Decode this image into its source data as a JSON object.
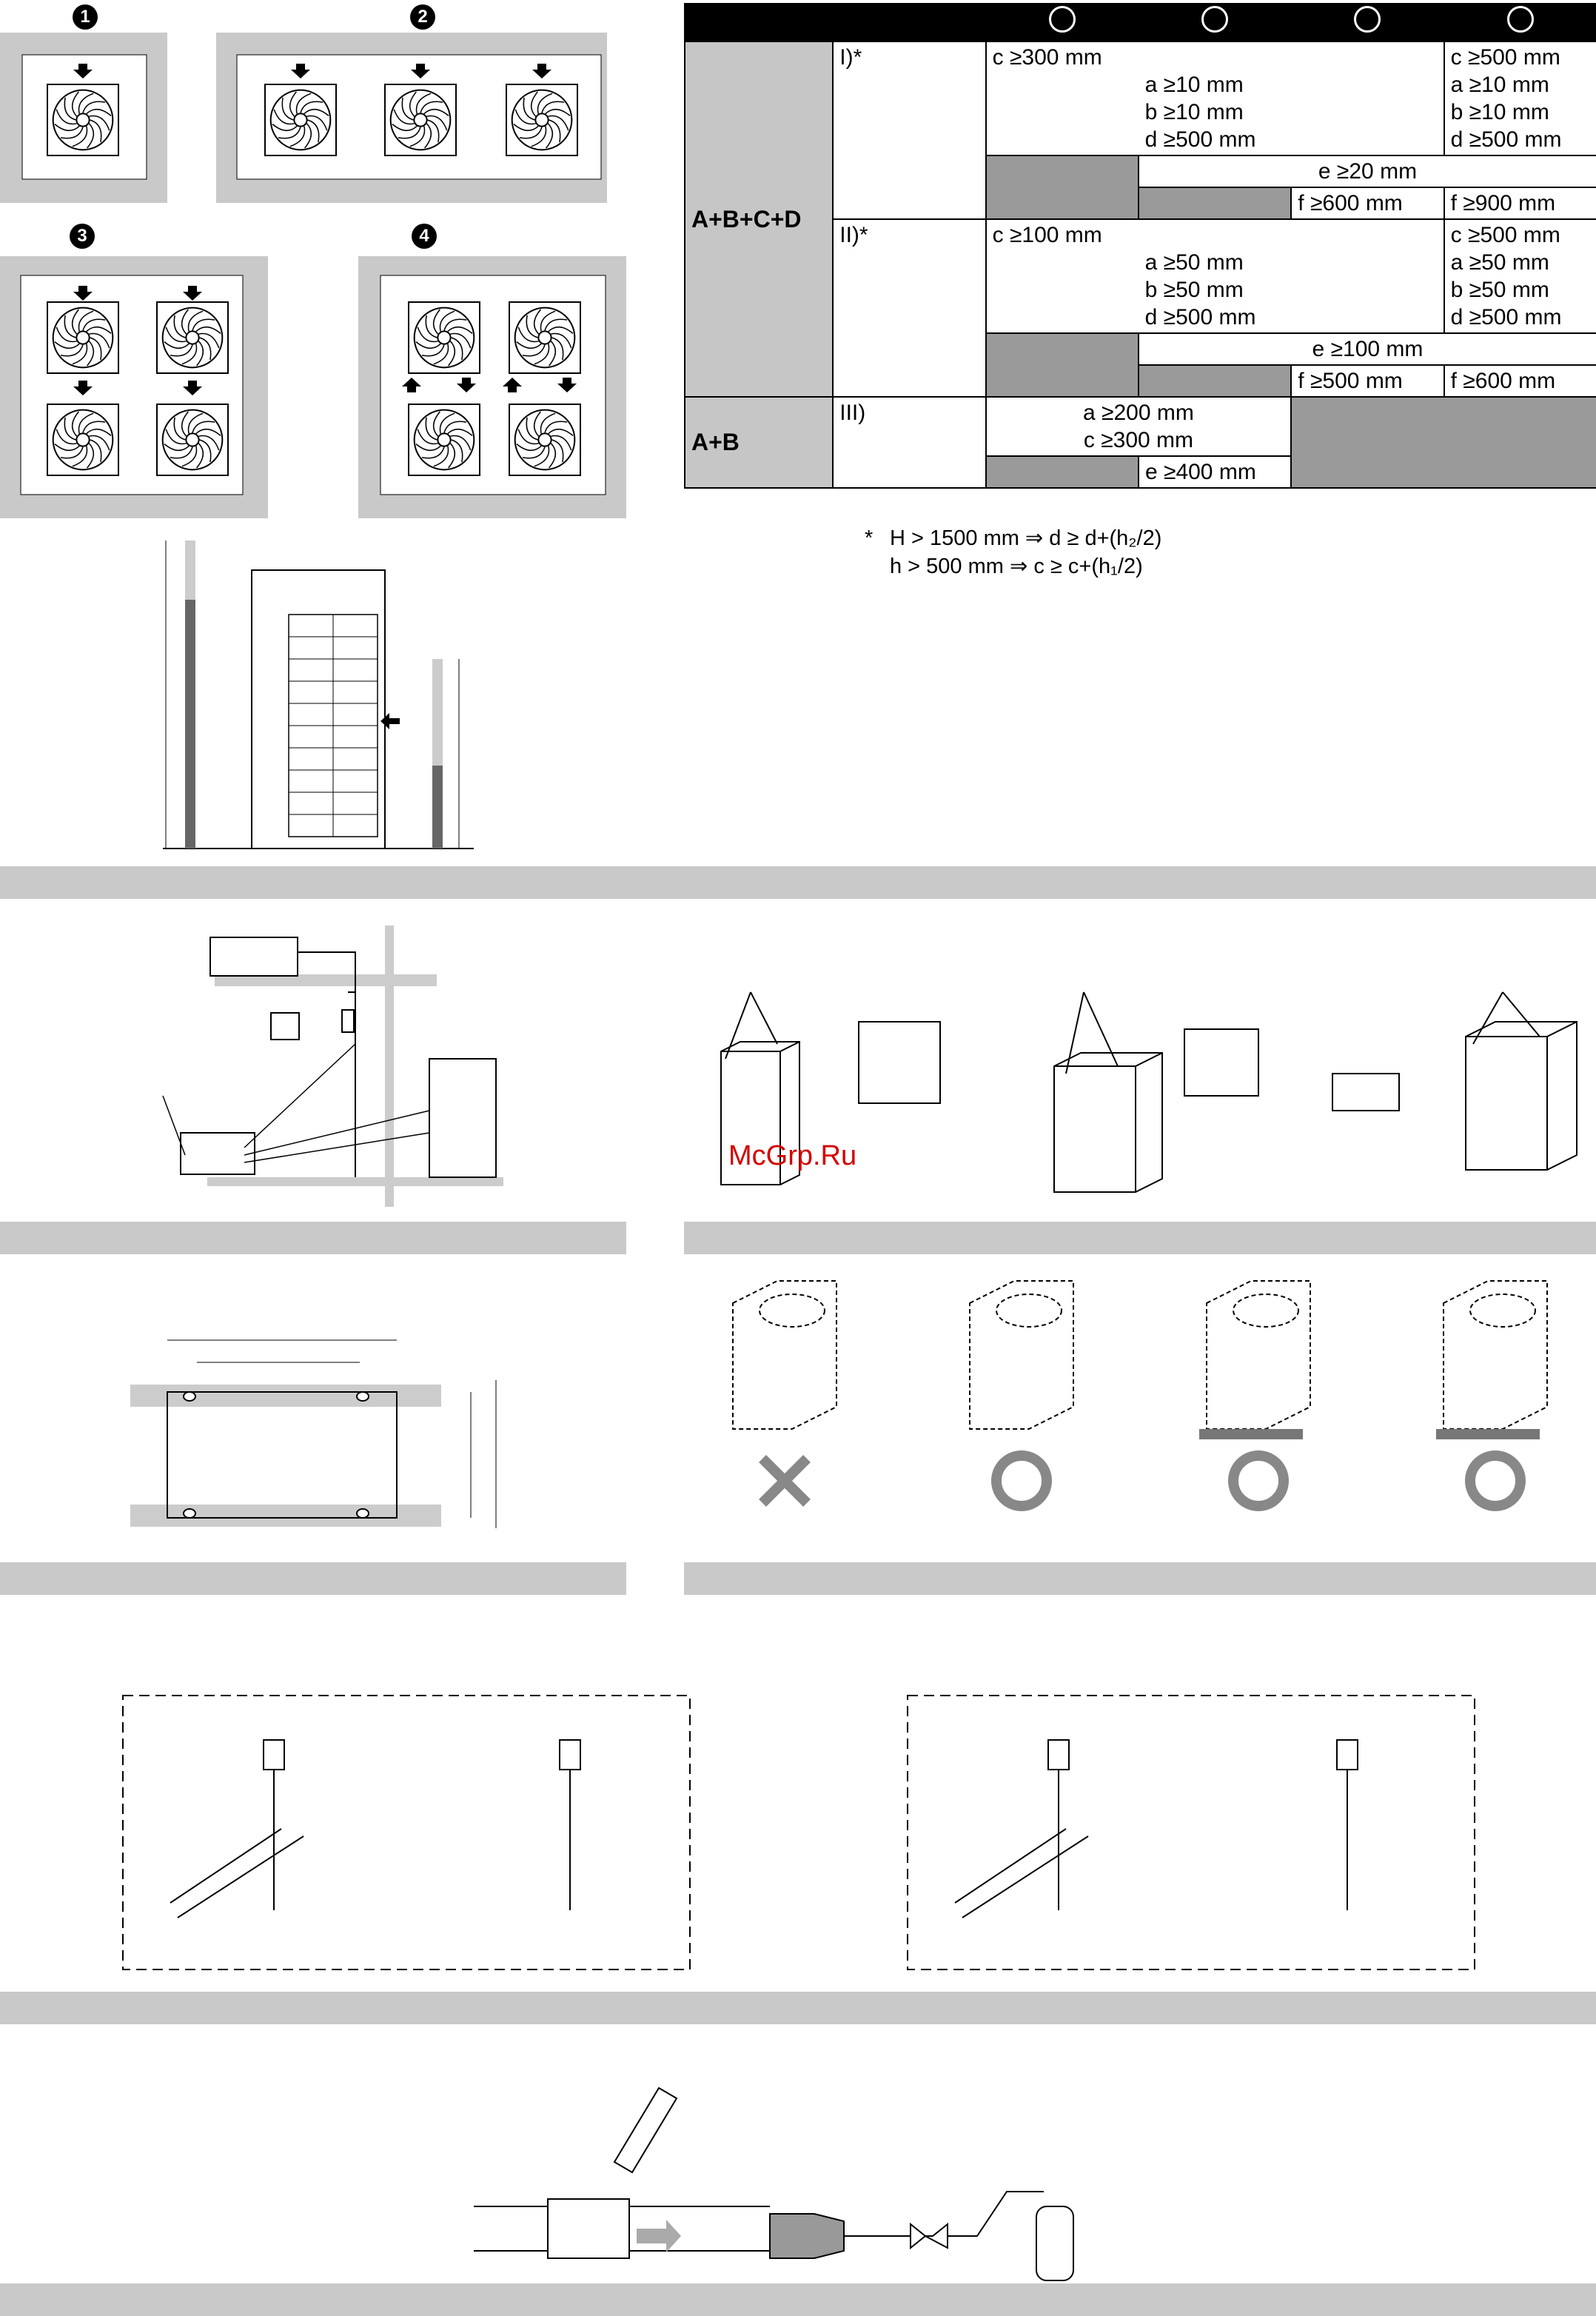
{
  "figure_numbers": [
    "1",
    "2",
    "3",
    "4"
  ],
  "table": {
    "rows": [
      {
        "group": "A+B+C+D",
        "items": [
          {
            "case": "I)*",
            "left_main": "c ≥300 mm",
            "left_sub": [
              "a ≥10 mm",
              "b ≥10 mm",
              "d ≥500 mm"
            ],
            "right": [
              "c ≥500 mm",
              "a ≥10 mm",
              "b ≥10 mm",
              "d ≥500 mm"
            ],
            "e": "e ≥20 mm",
            "f1": "f ≥600 mm",
            "f2": "f ≥900 mm"
          },
          {
            "case": "II)*",
            "left_main": "c ≥100 mm",
            "left_sub": [
              "a ≥50 mm",
              "b ≥50 mm",
              "d ≥500 mm"
            ],
            "right": [
              "c ≥500 mm",
              "a ≥50 mm",
              "b ≥50 mm",
              "d ≥500 mm"
            ],
            "e": "e ≥100 mm",
            "f1": "f ≥500 mm",
            "f2": "f ≥600 mm"
          }
        ]
      },
      {
        "group": "A+B",
        "case": "III)",
        "vals": [
          "a ≥200 mm",
          "c ≥300 mm"
        ],
        "e": "e ≥400 mm"
      }
    ]
  },
  "footnote": {
    "marker": "*",
    "line1": "H > 1500 mm ⇒ d ≥ d+(h₂/2)",
    "line2": "h > 500 mm ⇒ c ≥ c+(h₁/2)"
  },
  "watermark": "McGrp.Ru",
  "colors": {
    "band": "#c9c9c9",
    "mid_gray": "#9a9a9a",
    "cell_gray": "#c6c6c6"
  },
  "icons": [
    "fan-unit-icon",
    "arrow-icon",
    "outdoor-unit-icon",
    "lifting-strap-icon",
    "cross-mark-icon",
    "circle-ok-icon",
    "valve-icon",
    "gas-cylinder-icon",
    "torch-icon"
  ]
}
